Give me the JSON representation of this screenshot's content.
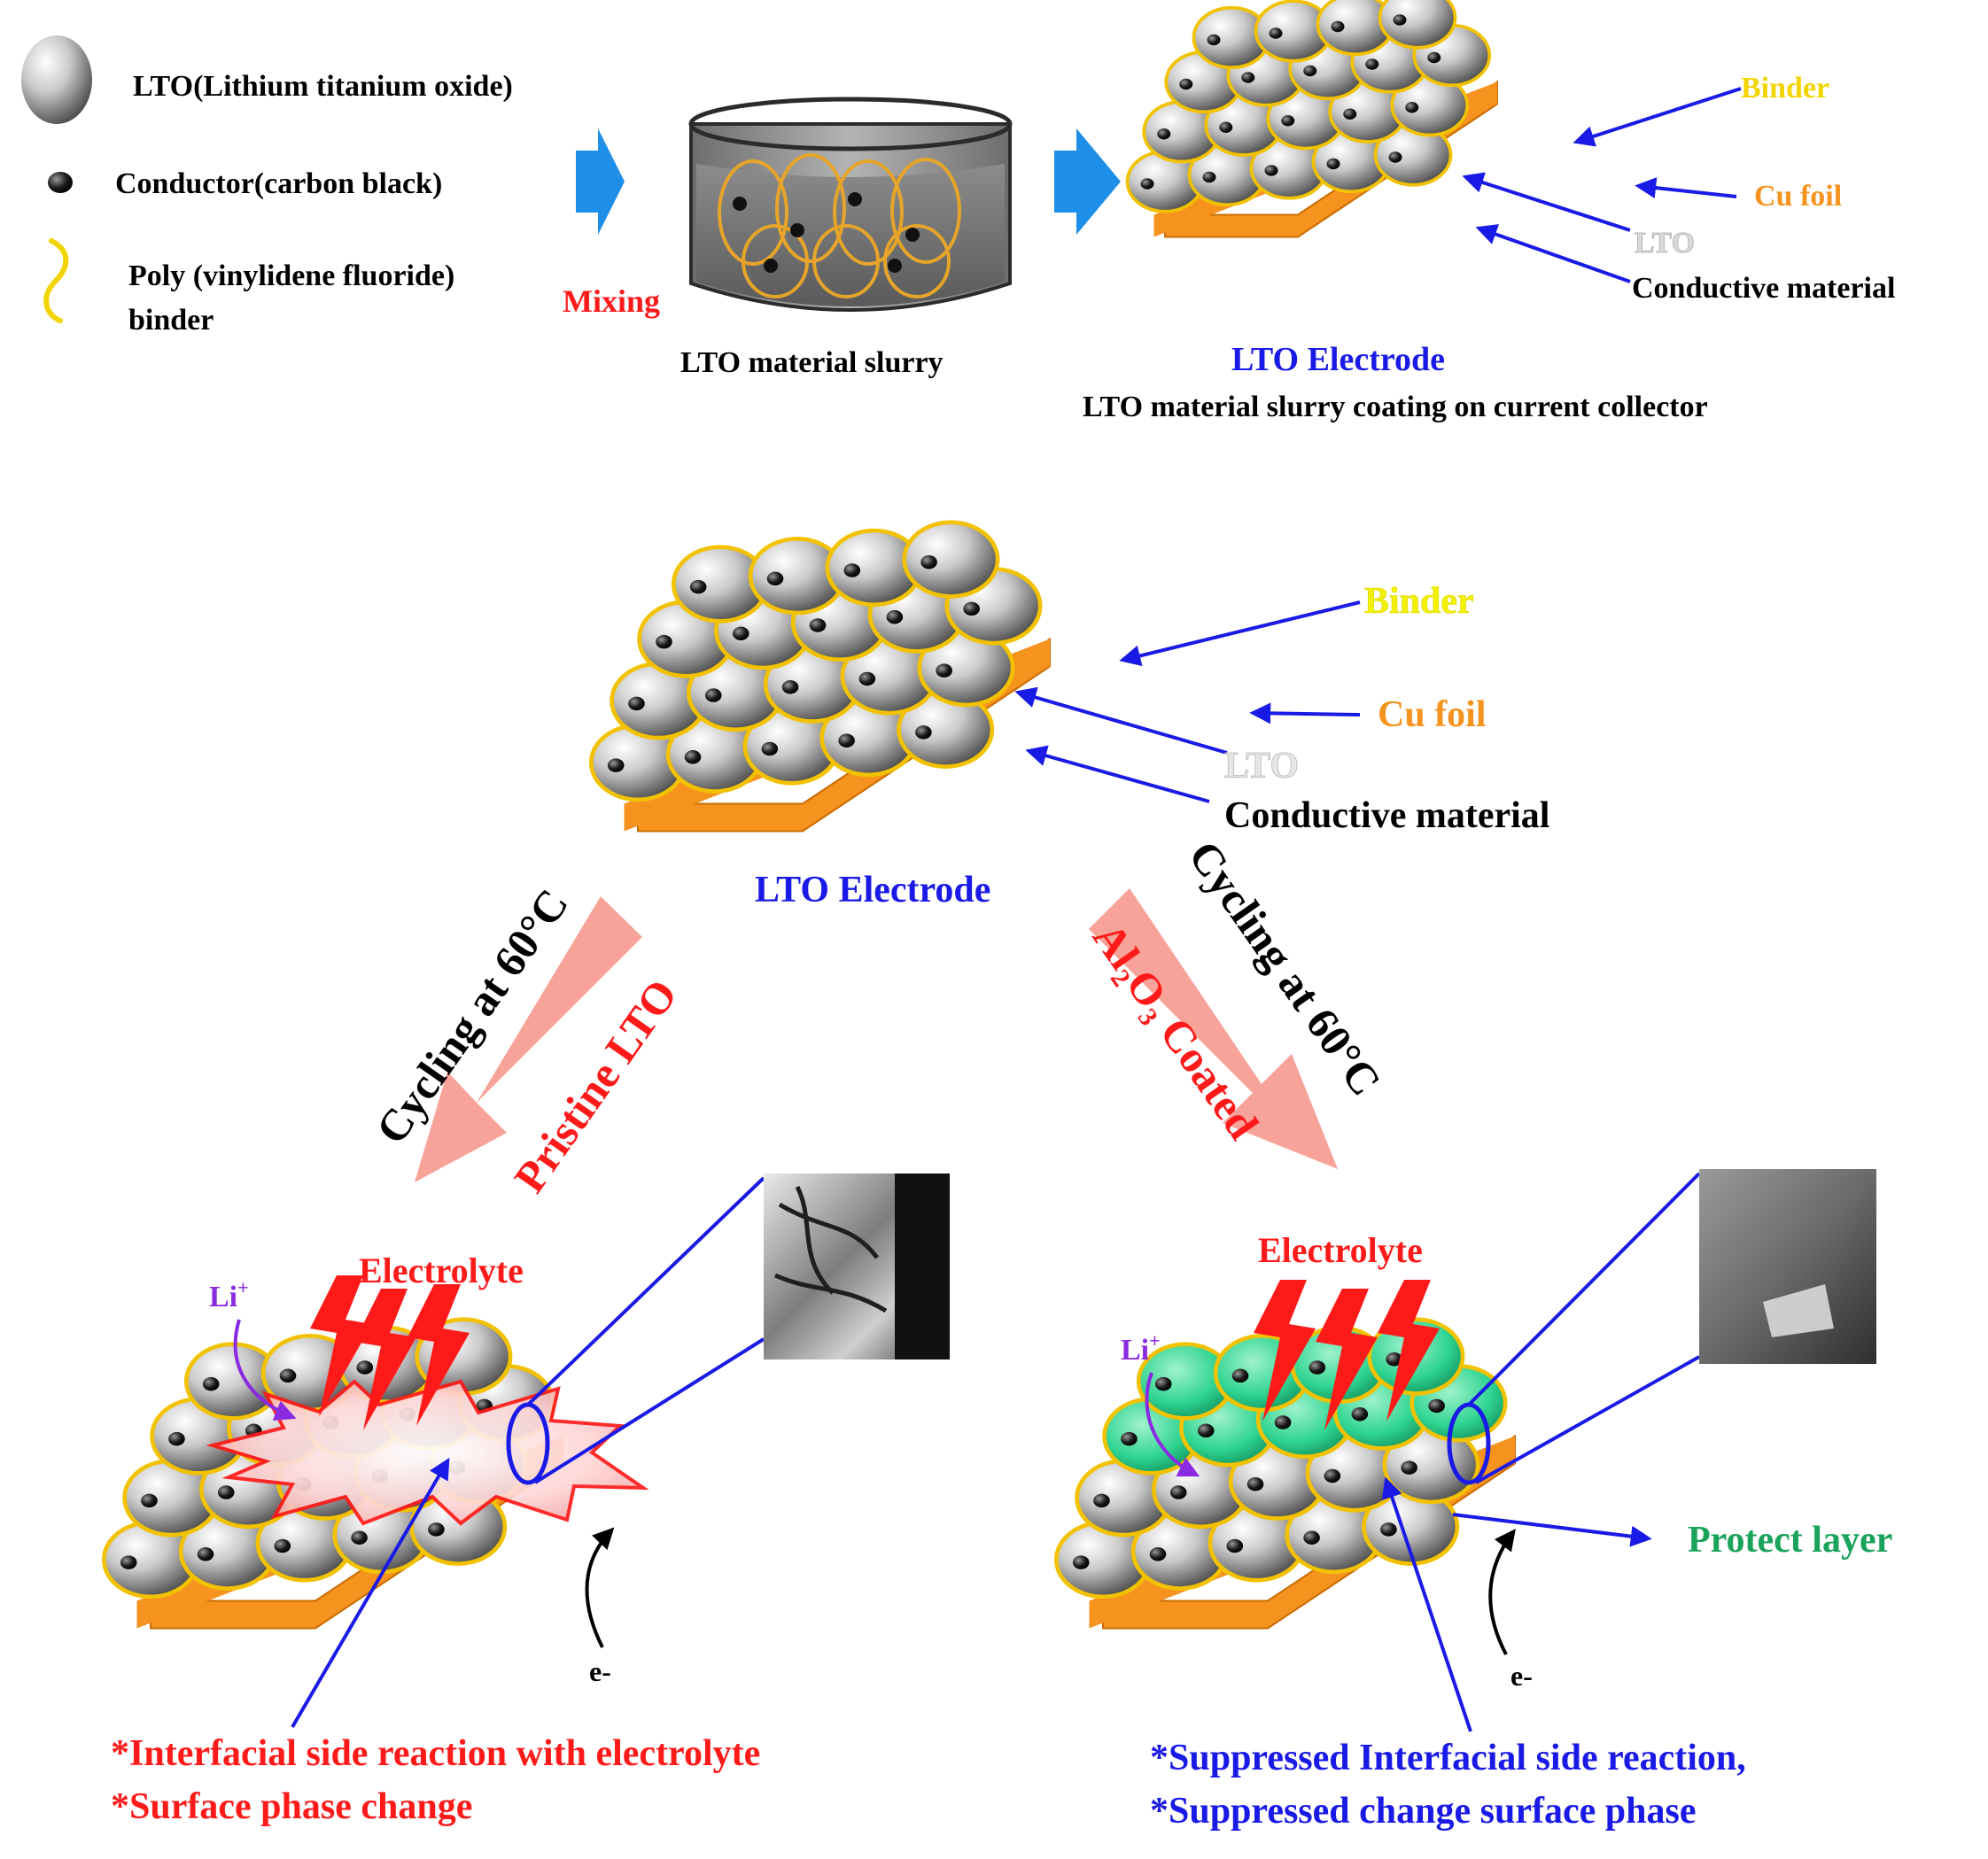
{
  "legend": {
    "lto": "LTO(Lithium titanium oxide)",
    "conductor": "Conductor(carbon black)",
    "binder_line1": "Poly (vinylidene fluoride)",
    "binder_line2": "binder"
  },
  "process": {
    "mixing": "Mixing",
    "slurry_caption": "LTO material slurry",
    "electrode_title": "LTO Electrode",
    "electrode_caption": "LTO material slurry coating on current collector"
  },
  "top_labels": {
    "binder": "Binder",
    "cu_foil": "Cu foil",
    "lto": "LTO",
    "conductive": "Conductive material"
  },
  "center": {
    "binder": "Binder",
    "cu_foil": "Cu foil",
    "lto": "LTO",
    "conductive": "Conductive material",
    "title": "LTO Electrode"
  },
  "left_branch": {
    "cycling": "Cycling at 60°C",
    "sample": "Pristine LTO",
    "electrolyte": "Electrolyte",
    "li": "Li",
    "li_sup": "+",
    "e": "e-",
    "result1": "*Interfacial side reaction with electrolyte",
    "result2": "*Surface phase change"
  },
  "right_branch": {
    "cycling": "Cycling at 60°C",
    "coated_a": "Al",
    "coated_sub2": "2",
    "coated_o": "O",
    "coated_sub3": "3",
    "coated_tail": " Coated",
    "electrolyte": "Electrolyte",
    "li": "Li",
    "li_sup": "+",
    "e": "e-",
    "protect": "Protect layer",
    "result1": "*Suppressed Interfacial side reaction,",
    "result2": "*Suppressed change surface phase"
  },
  "colors": {
    "particle_light": "#f2f2f2",
    "particle_dark": "#5e5e5e",
    "binder_yellow": "#f2d500",
    "foil_orange": "#f6921e",
    "leader_blue": "#1a1ae6",
    "red_label": "#ff1a1a",
    "protect_green": "#1aa35a",
    "purple_li": "#8a2be2",
    "arrow_salmon": "#f7a39a",
    "process_arrow": "#1e8fe8"
  }
}
